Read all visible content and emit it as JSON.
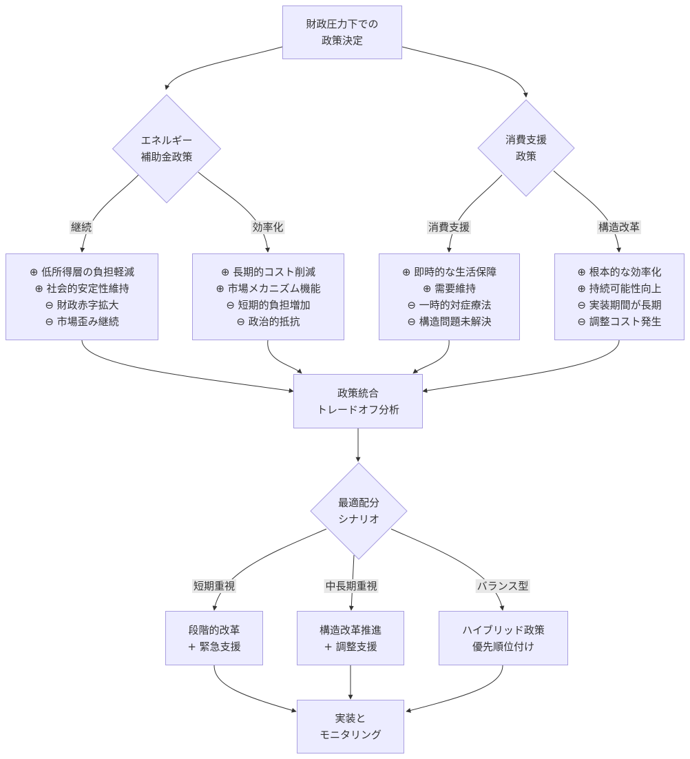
{
  "nodes": {
    "root": [
      "財政圧力下での",
      "政策決定"
    ],
    "energy": [
      "エネルギー",
      "補助金政策"
    ],
    "consumption": [
      "消費支援",
      "政策"
    ],
    "continue_box": [
      "⊕ 低所得層の負担軽減",
      "⊕ 社会的安定性維持",
      "⊖ 財政赤字拡大",
      "⊖ 市場歪み継続"
    ],
    "efficiency_box": [
      "⊕ 長期的コスト削減",
      "⊕ 市場メカニズム機能",
      "⊖ 短期的負担増加",
      "⊖ 政治的抵抗"
    ],
    "support_box": [
      "⊕ 即時的な生活保障",
      "⊕ 需要維持",
      "⊖ 一時的対症療法",
      "⊖ 構造問題未解決"
    ],
    "reform_box": [
      "⊕ 根本的な効率化",
      "⊕ 持続可能性向上",
      "⊖ 実装期間が長期",
      "⊖ 調整コスト発生"
    ],
    "integration": [
      "政策統合",
      "トレードオフ分析"
    ],
    "optimal": [
      "最適配分",
      "シナリオ"
    ],
    "short_term": [
      "段階的改革",
      "+ 緊急支援"
    ],
    "mid_long": [
      "構造改革推進",
      "+ 調整支援"
    ],
    "balance": [
      "ハイブリッド政策",
      "優先順位付け"
    ],
    "implement": [
      "実装と",
      "モニタリング"
    ]
  },
  "edge_labels": {
    "continue": "継続",
    "efficiency": "効率化",
    "support": "消費支援",
    "reform": "構造改革",
    "short": "短期重視",
    "midlong": "中長期重視",
    "balance": "バランス型"
  },
  "colors": {
    "node_fill": "#ececff",
    "node_stroke": "#a99ee0",
    "edge": "#333333",
    "label_bg": "#e8e8e8"
  }
}
